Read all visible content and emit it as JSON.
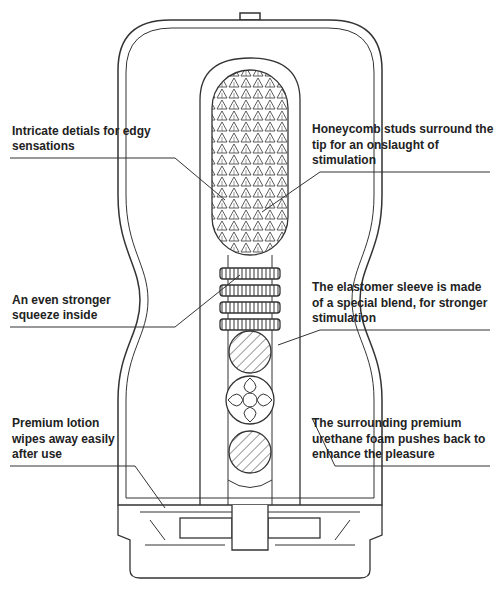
{
  "diagram": {
    "labels": [
      "Intricate detials for edgy sensations",
      "Honeycomb studs surround the tip for an onslaught of stimulation",
      "An even stronger squeeze inside",
      "The elastomer sleeve is made of a special blend, for stronger stimulation",
      "Premium lotion wipes away easily after use",
      "The surrounding premium urethane foam pushes back to enhance the pleasure"
    ]
  }
}
